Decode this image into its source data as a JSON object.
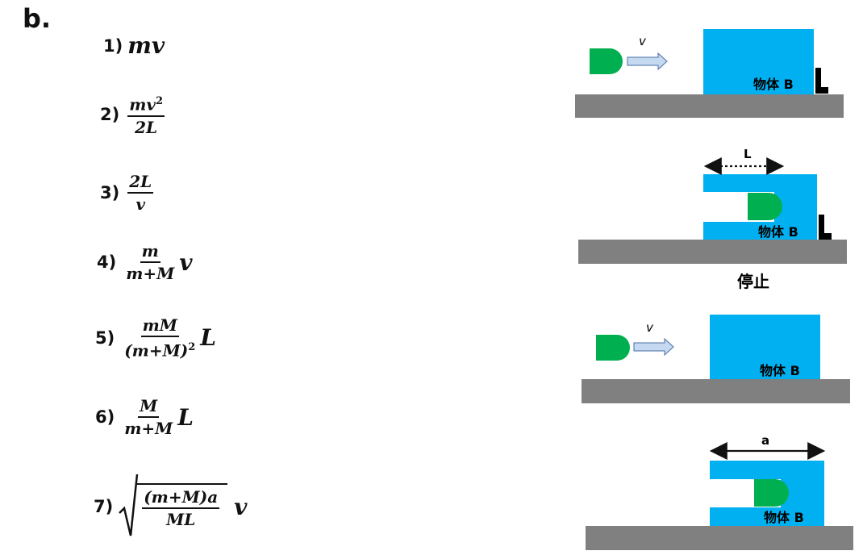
{
  "header": "b.",
  "options": [
    {
      "num": "1)",
      "expr": "mv"
    },
    {
      "num": "2)",
      "num_top": "mv",
      "num_sup": "2",
      "den": "2L"
    },
    {
      "num": "3)",
      "num_top": "2L",
      "den": "v"
    },
    {
      "num": "4)",
      "num_top": "m",
      "den": "m+M",
      "tail": "v"
    },
    {
      "num": "5)",
      "num_top": "mM",
      "den": "(m+M)",
      "den_sup": "2",
      "tail": "L"
    },
    {
      "num": "6)",
      "num_top": "M",
      "den": "m+M",
      "tail": "L"
    },
    {
      "num": "7)",
      "num_top": "(m+M)a",
      "den": "ML",
      "tail": "v"
    }
  ],
  "diagram": {
    "velocity_label": "v",
    "block_label": "物体 B",
    "wall_label": "L",
    "length_label": "L",
    "stop_label": "停止",
    "depth_label": "a",
    "colors": {
      "block": "#00b0f0",
      "bullet": "#00b050",
      "floor": "#808080",
      "arrow_fill": "#c5d9f1",
      "arrow_stroke": "#4a6fa5"
    }
  }
}
